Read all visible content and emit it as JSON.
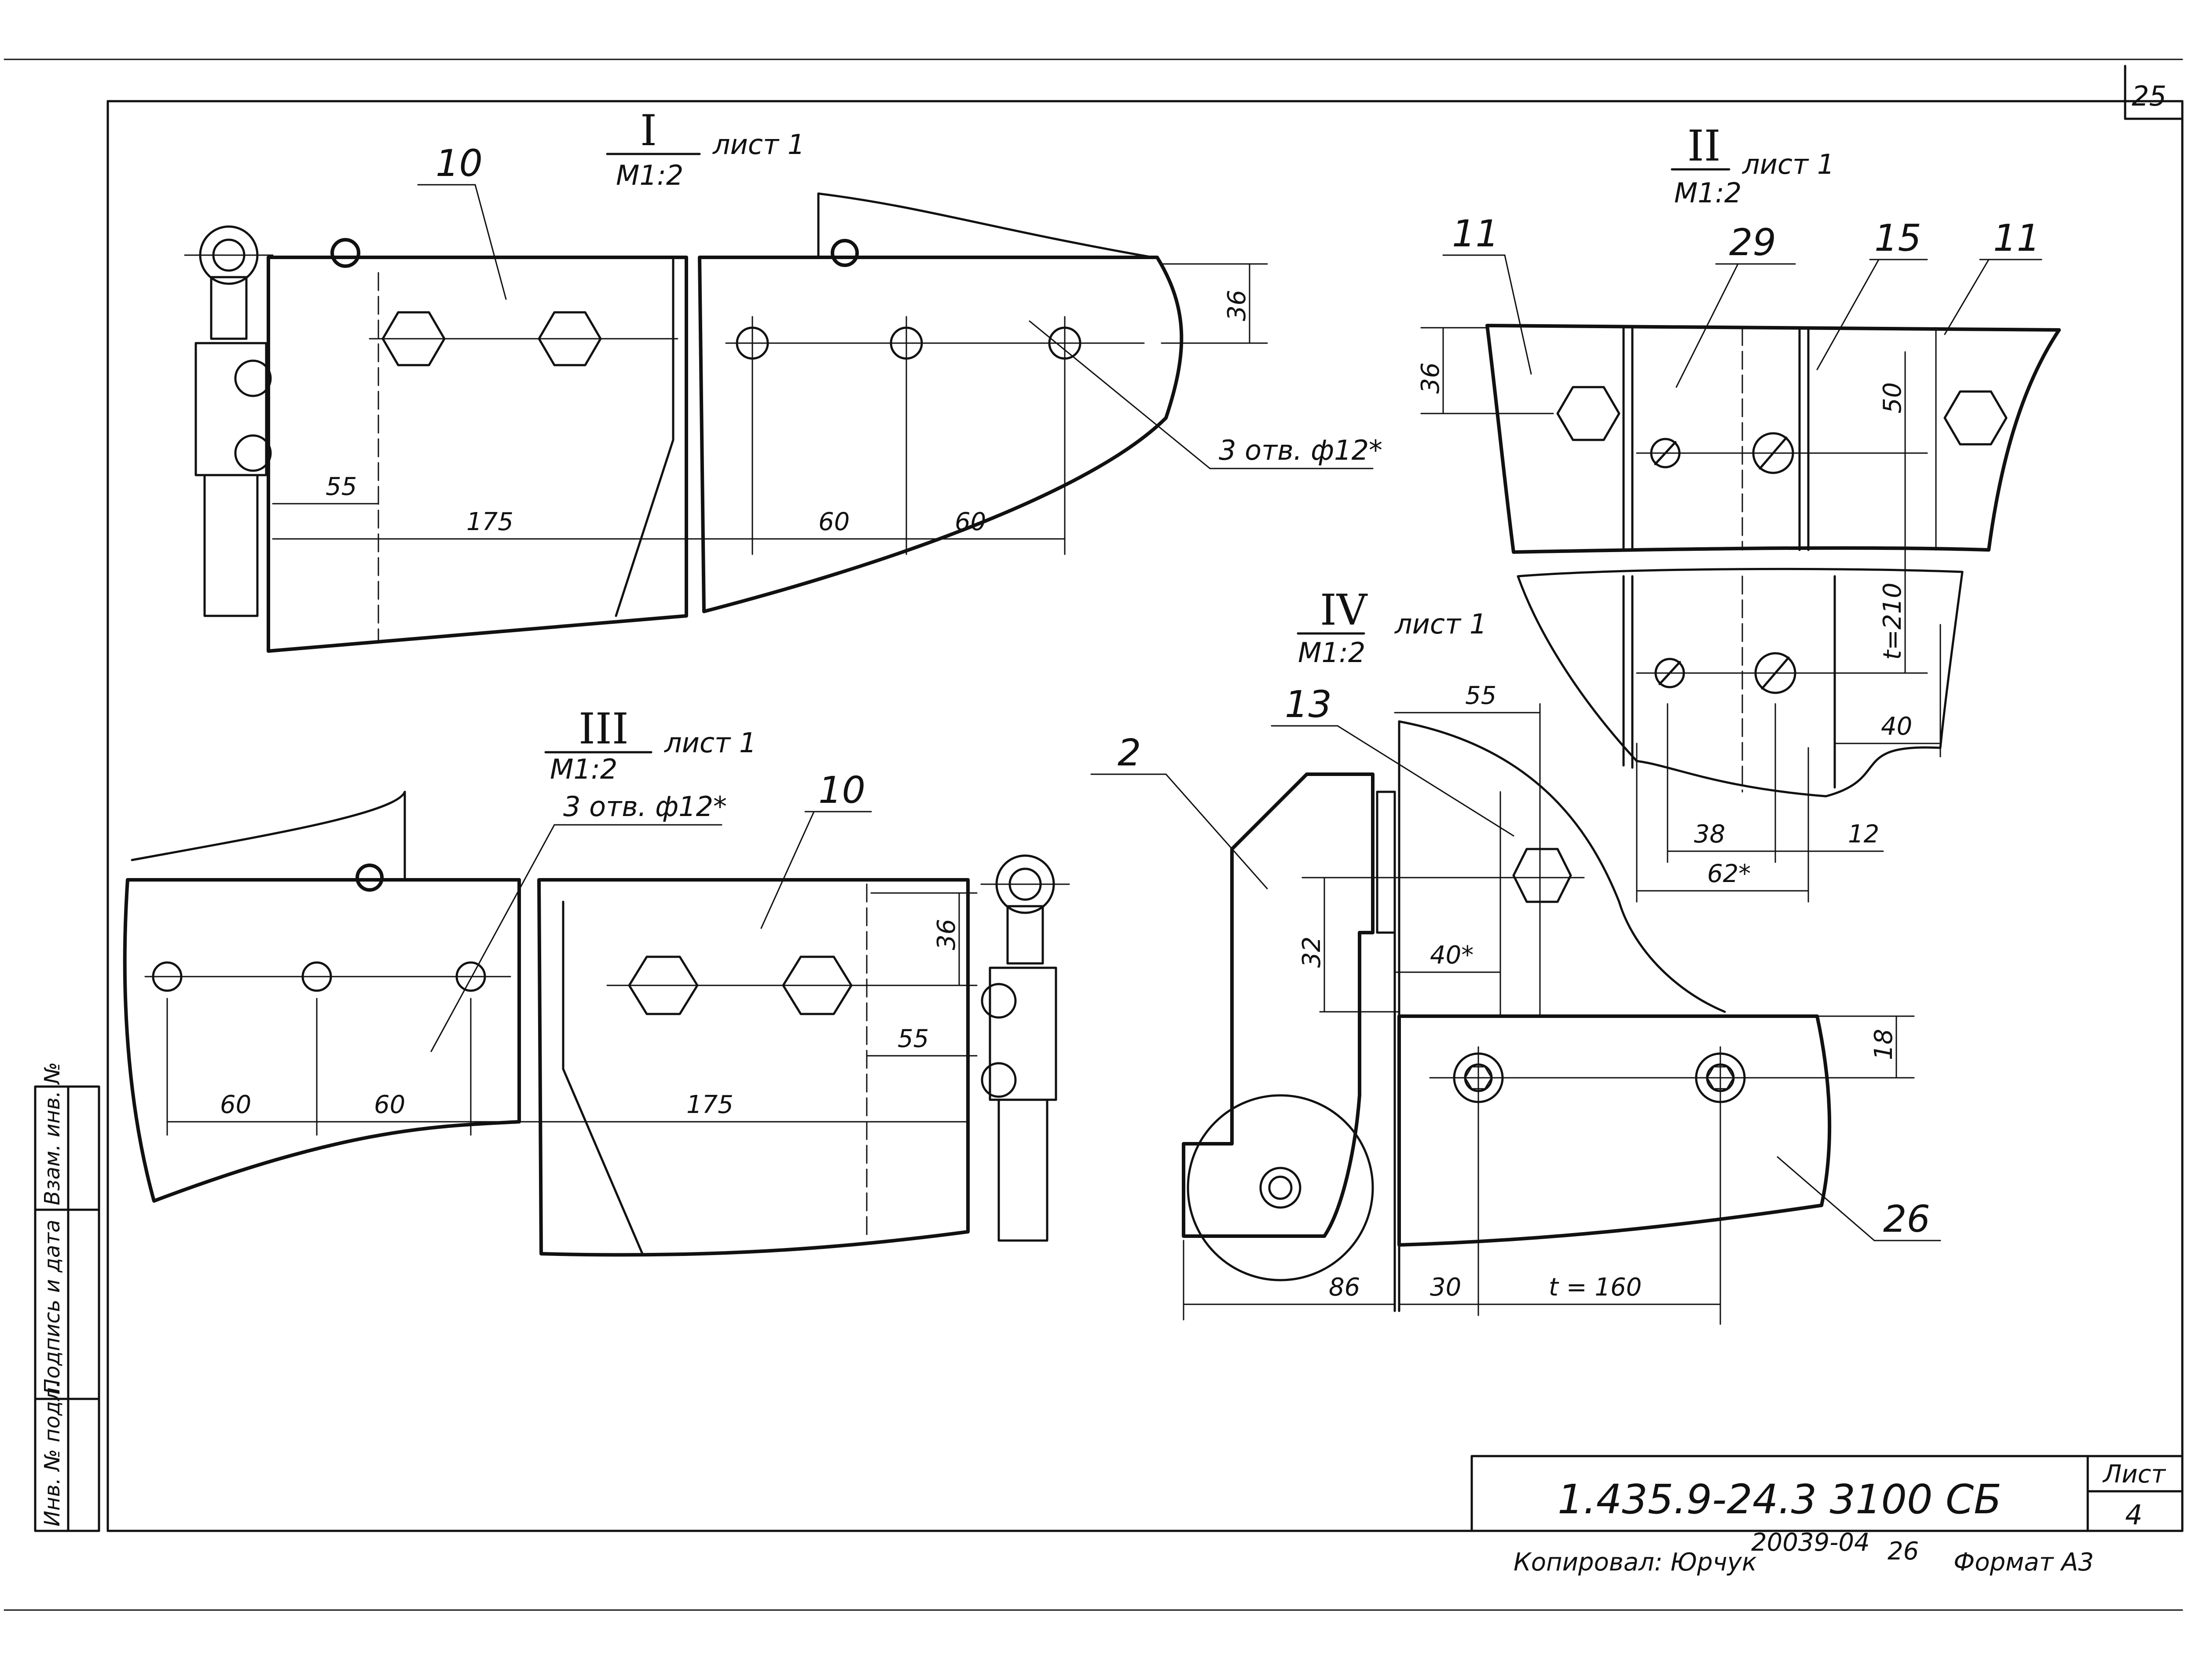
{
  "sheet": {
    "page_number": "25",
    "designation": "1.435.9-24.3  3100 СБ",
    "sheet_label": "Лист",
    "sheet_number": "4",
    "copied_by": "Копировал: Юрчук",
    "order_number": "20039-04",
    "order_suffix": "26",
    "format": "Формат А3",
    "side_stamp": [
      "Инв. № подл.",
      "Подпись и дата",
      "Взам. инв. №"
    ]
  },
  "views": {
    "v1": {
      "numeral": "I",
      "scale": "М1:2",
      "ref": "лист 1"
    },
    "v2": {
      "numeral": "II",
      "scale": "М1:2",
      "ref": "лист 1"
    },
    "v3": {
      "numeral": "III",
      "scale": "М1:2",
      "ref": "лист 1"
    },
    "v4": {
      "numeral": "IV",
      "scale": "М1:2",
      "ref": "лист 1"
    }
  },
  "parts": {
    "v1_part": "10",
    "v2_parts": [
      "11",
      "29",
      "15",
      "11"
    ],
    "v3_part": "10",
    "v4_parts": [
      "2",
      "13",
      "26"
    ]
  },
  "notes": {
    "holes_v1": "3 отв. ф12*",
    "holes_v3": "3 отв. ф12*"
  },
  "dims": {
    "v1": [
      "36",
      "55",
      "175",
      "60",
      "60"
    ],
    "v2": [
      "36",
      "50",
      "t=210",
      "40",
      "38",
      "12",
      "62*"
    ],
    "v3": [
      "36",
      "55",
      "60",
      "60",
      "175"
    ],
    "v4": [
      "55",
      "32",
      "40*",
      "18",
      "86",
      "30",
      "t = 160"
    ]
  }
}
